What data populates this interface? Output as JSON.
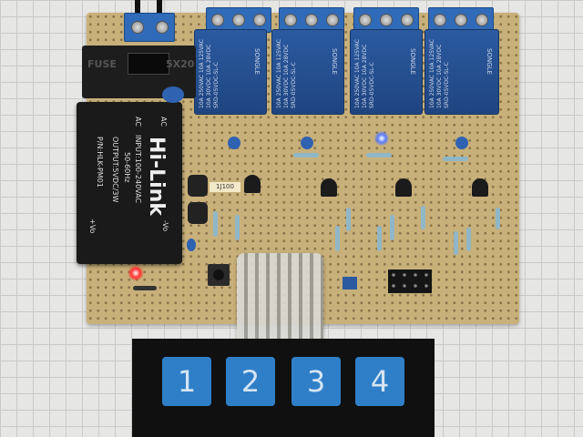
{
  "fuse_holder": {
    "label_left": "FUSE",
    "label_right": "5X20"
  },
  "power_module": {
    "brand": "Hi-Link",
    "input": "INPUT:100-240VAC",
    "freq": "50-60Hz",
    "output": "OUTPUT:5VDC/3W",
    "part_number": "P/N:HLK-PM01",
    "pin_ac_1": "AC",
    "pin_ac_2": "AC",
    "pin_vo_pos": "+Vo",
    "pin_vo_neg": "-Vo"
  },
  "relays": [
    {
      "model": "SRD-05VDC-SL-C",
      "rating_1": "10A 250VAC 10A 125VAC",
      "rating_2": "10A 30VDC 10A 28VDC",
      "brand": "SONGLE"
    },
    {
      "model": "SRD-05VDC-SL-C",
      "rating_1": "10A 250VAC 10A 125VAC",
      "rating_2": "10A 30VDC 10A 28VDC",
      "brand": "SONGLE"
    },
    {
      "model": "SRD-05VDC-SL-C",
      "rating_1": "10A 250VAC 10A 125VAC",
      "rating_2": "10A 30VDC 10A 28VDC",
      "brand": "SONGLE"
    },
    {
      "model": "SRD-05VDC-SL-C",
      "rating_1": "10A 250VAC 10A 125VAC",
      "rating_2": "10A 30VDC 10A 28VDC",
      "brand": "SONGLE"
    }
  ],
  "component_label": "1J100",
  "keypad": {
    "keys": [
      "1",
      "2",
      "3",
      "4"
    ]
  },
  "colors": {
    "pcb": "#c8b07a",
    "relay": "#2b5aa0",
    "key": "#2f7fc8",
    "led_blue": "#3a6bff",
    "led_red": "#ff2a2a"
  }
}
